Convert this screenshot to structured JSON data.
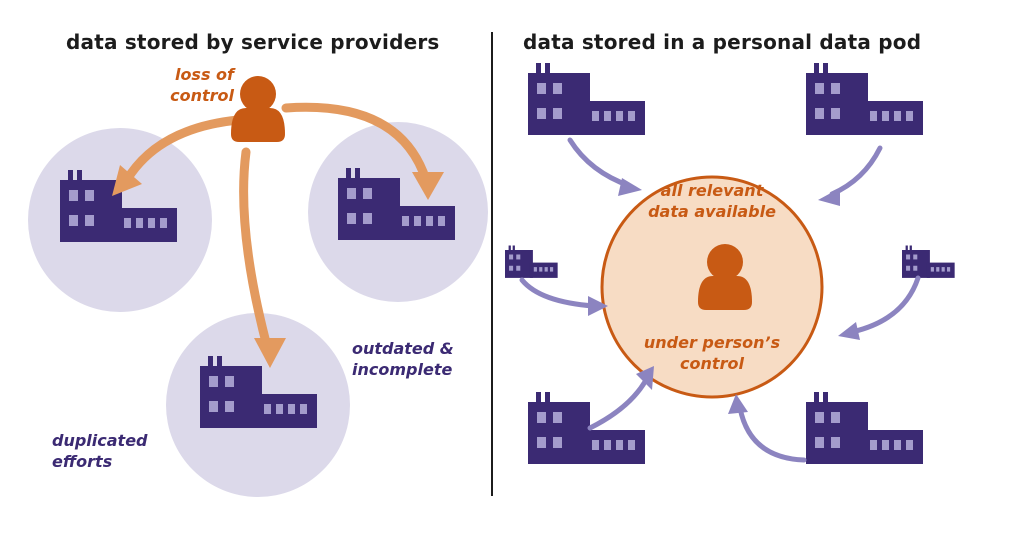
{
  "left": {
    "heading": "data stored by service providers",
    "loss_line1": "loss of",
    "loss_line2": "control",
    "outdated_line1": "outdated &",
    "outdated_line2": "incomplete",
    "duplicated_line1": "duplicated",
    "duplicated_line2": "efforts"
  },
  "right": {
    "heading": "data stored in a personal data pod",
    "available_line1": "all relevant",
    "available_line2": "data available",
    "control_line1": "under person’s",
    "control_line2": "control"
  },
  "colors": {
    "orange": "#c85a14",
    "orange_arrow": "#e39a5f",
    "purple": "#3b2a73",
    "building_window": "#a49ccc",
    "lavender_circle": "#dcd9ea",
    "pod_fill": "#f7dcc4",
    "purple_arrow": "#8c84c0"
  },
  "icons": [
    "person-icon",
    "building-icon",
    "arrow-icon"
  ]
}
